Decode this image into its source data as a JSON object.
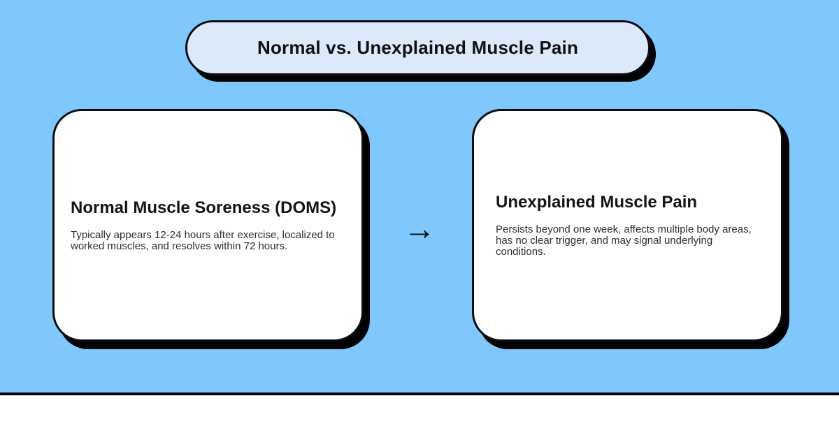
{
  "page": {
    "background_color": "#7EC8FD",
    "footer_color": "#FFFFFF",
    "divider_color": "#000000",
    "card_color": "#FFFFFF",
    "shadow_color": "#000000"
  },
  "title_banner": {
    "label": "Normal vs. Unexplained Muscle Pain",
    "fill_color": "#DBE9FA",
    "border_color": "#0D0D0D"
  },
  "flow": {
    "arrow_glyph": "→"
  },
  "cards": [
    {
      "heading": "Normal Muscle Soreness (DOMS)",
      "body": "Typically appears 12-24 hours after exercise, localized to worked muscles, and resolves within 72 hours."
    },
    {
      "heading": "Unexplained Muscle Pain",
      "body": "Persists beyond one week, affects multiple body areas, has no clear trigger, and may signal underlying conditions."
    }
  ]
}
